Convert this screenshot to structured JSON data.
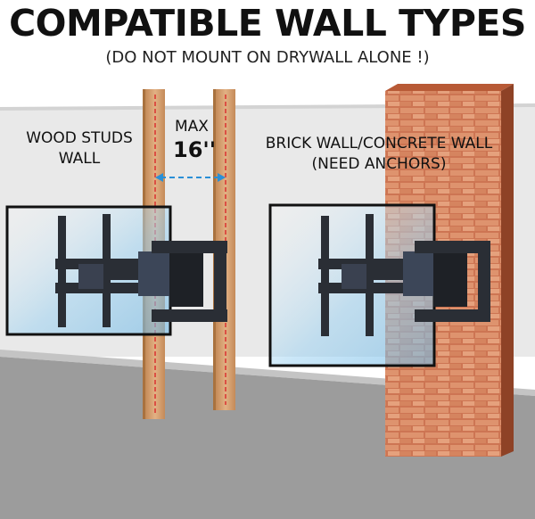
{
  "header": {
    "title": "COMPATIBLE WALL TYPES",
    "subtitle": "(DO NOT MOUNT ON DRYWALL ALONE !)"
  },
  "left_panel": {
    "label_line1": "WOOD STUDS",
    "label_line2": "WALL",
    "spacing_word": "MAX",
    "spacing_value": "16''"
  },
  "right_panel": {
    "label_line1": "BRICK WALL/CONCRETE WALL",
    "label_line2": "(NEED ANCHORS)"
  },
  "colors": {
    "wall": "#e9e9e9",
    "floor": "#9c9c9c",
    "stud": "#d7a373",
    "stud_line": "#d93030",
    "dimension_arrow": "#2a8fd6",
    "brick": "#d27a52",
    "mount_metal": "#1e2126",
    "screen_tint": "#8ec9ec"
  }
}
